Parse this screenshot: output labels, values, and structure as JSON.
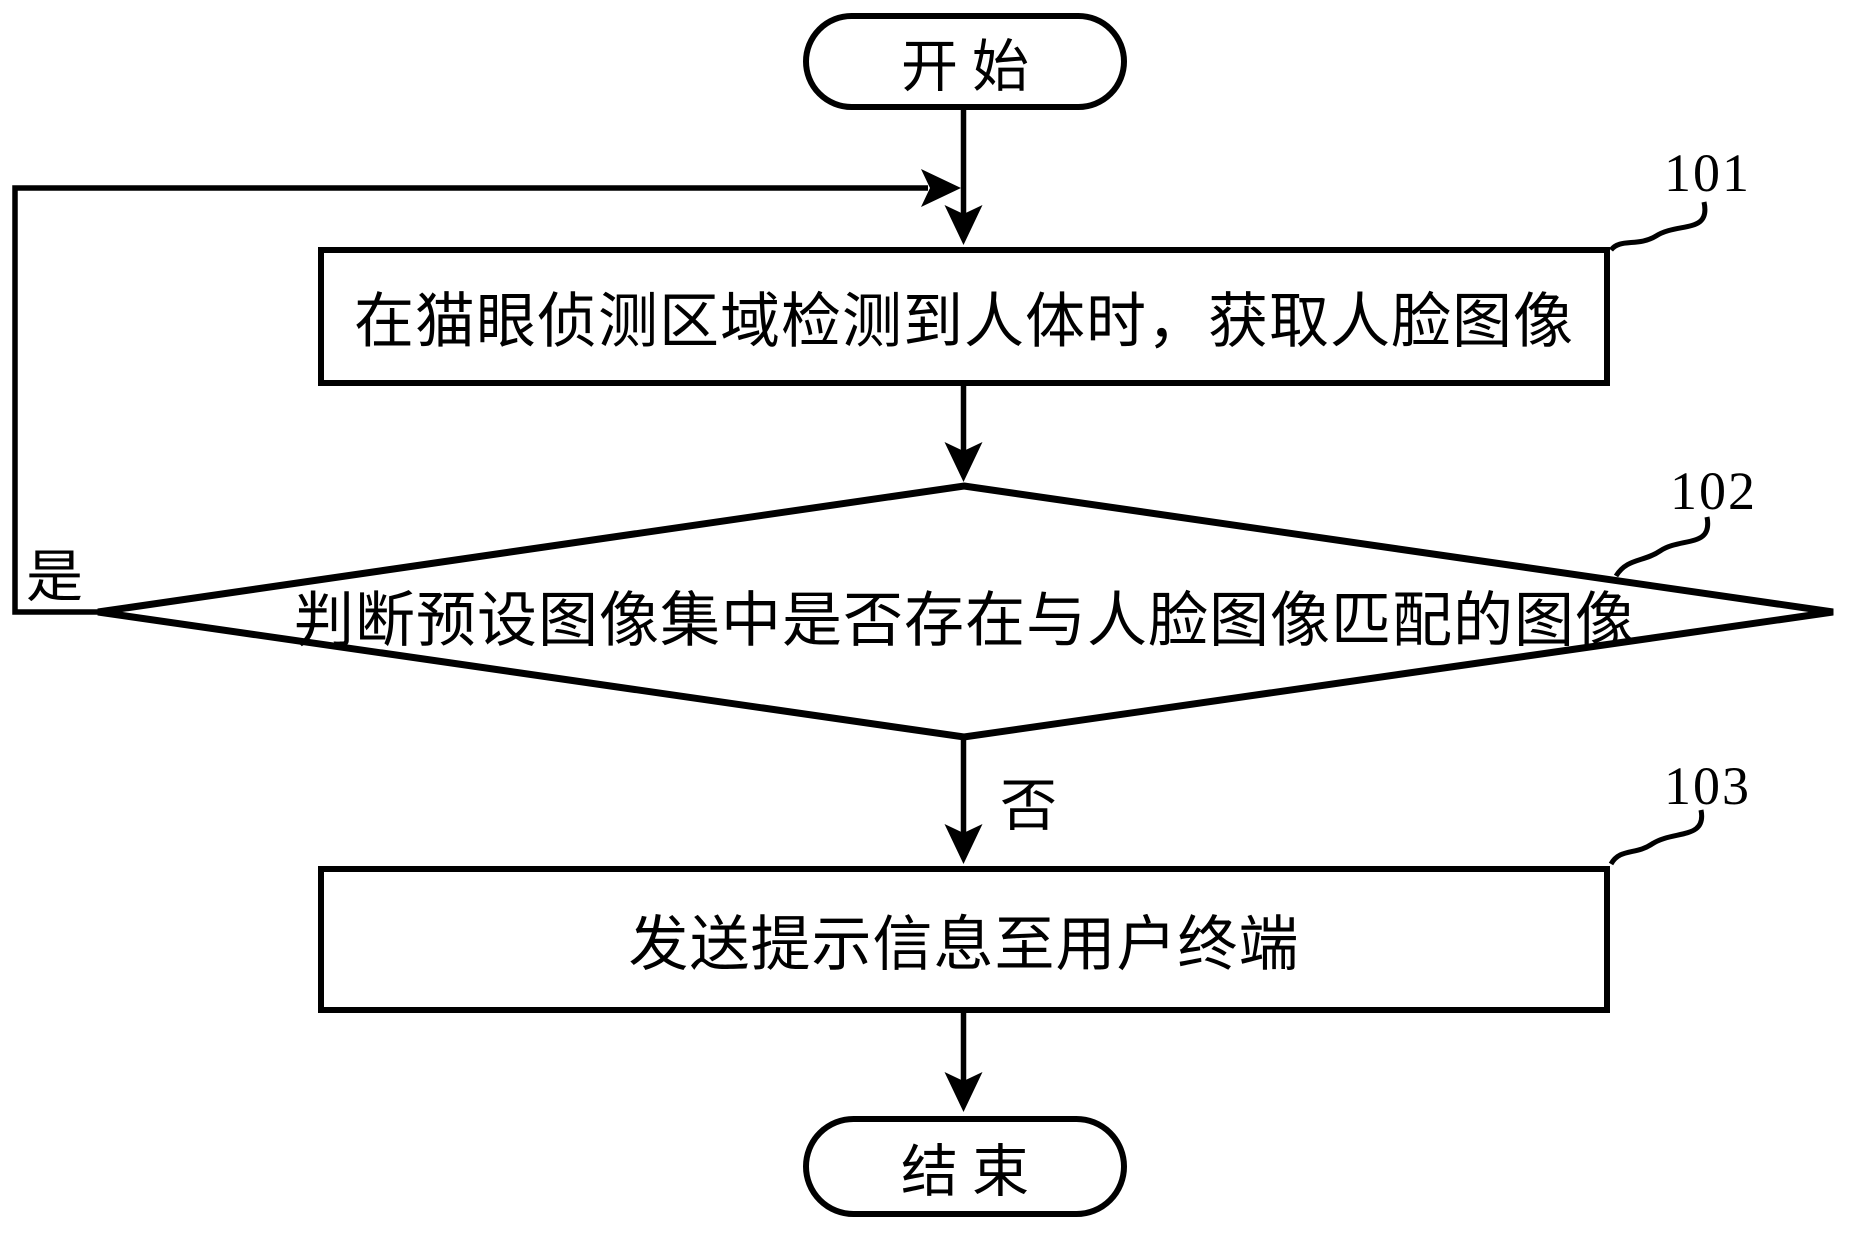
{
  "figure": {
    "background_color": "#ffffff",
    "line_color": "#000000",
    "type": "flowchart",
    "start": {
      "label": "开始"
    },
    "step101": {
      "ref": "101",
      "label": "在猫眼侦测区域检测到人体时，获取人脸图像"
    },
    "decision102": {
      "ref": "102",
      "label": "判断预设图像集中是否存在与人脸图像匹配的图像",
      "yes_label": "是",
      "no_label": "否"
    },
    "step103": {
      "ref": "103",
      "label": "发送提示信息至用户终端"
    },
    "end": {
      "label": "结束"
    }
  }
}
